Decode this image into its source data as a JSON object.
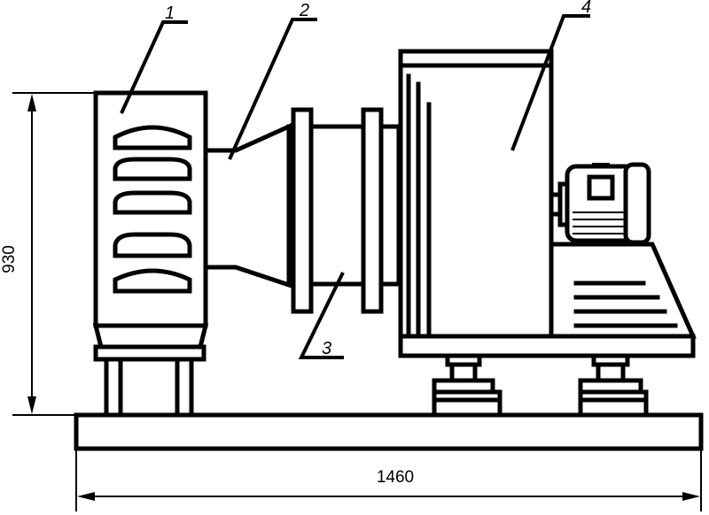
{
  "callouts": {
    "c1": "1",
    "c2": "2",
    "c3": "3",
    "c4": "4"
  },
  "dimensions": {
    "height": "930",
    "width": "1460"
  }
}
